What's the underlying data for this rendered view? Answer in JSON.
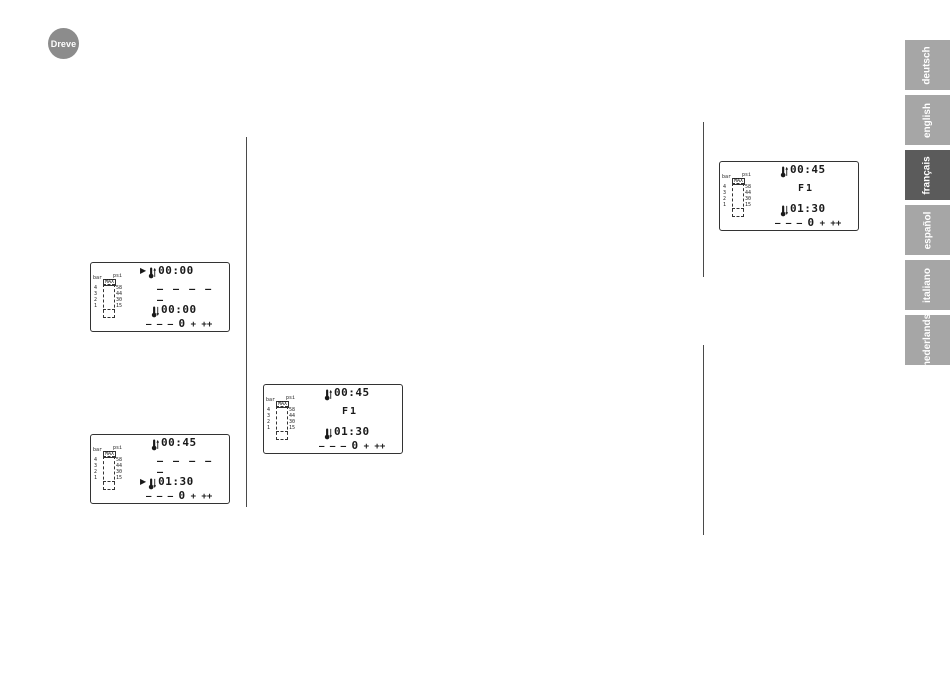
{
  "logo": {
    "text": "Dreve"
  },
  "language_tabs": [
    {
      "label": "deutsch",
      "active": false
    },
    {
      "label": "english",
      "active": false
    },
    {
      "label": "français",
      "active": true
    },
    {
      "label": "español",
      "active": false
    },
    {
      "label": "italiano",
      "active": false
    },
    {
      "label": "nederlands",
      "active": false
    }
  ],
  "displays": [
    {
      "gauge": {
        "bar_label": "bar",
        "psi_label": "psi",
        "max_label": "MAX",
        "bar_ticks": [
          "4",
          "3",
          "2",
          "1"
        ],
        "psi_ticks": [
          "58",
          "44",
          "30",
          "15"
        ]
      },
      "top_time": "00:00",
      "middle": "– – – – –",
      "bottom_time": "00:00",
      "scale": {
        "minus": "– – –",
        "zero": "0",
        "plus": "+ ++"
      },
      "indicator_on": "top"
    },
    {
      "gauge": {
        "bar_label": "bar",
        "psi_label": "psi",
        "max_label": "MAX",
        "bar_ticks": [
          "4",
          "3",
          "2",
          "1"
        ],
        "psi_ticks": [
          "58",
          "44",
          "30",
          "15"
        ]
      },
      "top_time": "00:45",
      "middle": "– – – – –",
      "bottom_time": "01:30",
      "scale": {
        "minus": "– – –",
        "zero": "0",
        "plus": "+ ++"
      },
      "indicator_on": "bottom"
    },
    {
      "gauge": {
        "bar_label": "bar",
        "psi_label": "psi",
        "max_label": "MAX",
        "bar_ticks": [
          "4",
          "3",
          "2",
          "1"
        ],
        "psi_ticks": [
          "58",
          "44",
          "30",
          "15"
        ]
      },
      "top_time": "00:45",
      "middle": "F1",
      "bottom_time": "01:30",
      "scale": {
        "minus": "– – –",
        "zero": "0",
        "plus": "+ ++"
      },
      "indicator_on": "none"
    },
    {
      "gauge": {
        "bar_label": "bar",
        "psi_label": "psi",
        "max_label": "MAX",
        "bar_ticks": [
          "4",
          "3",
          "2",
          "1"
        ],
        "psi_ticks": [
          "58",
          "44",
          "30",
          "15"
        ]
      },
      "top_time": "00:45",
      "middle": "F1",
      "bottom_time": "01:30",
      "scale": {
        "minus": "– – –",
        "zero": "0",
        "plus": "+ ++"
      },
      "indicator_on": "none"
    }
  ]
}
